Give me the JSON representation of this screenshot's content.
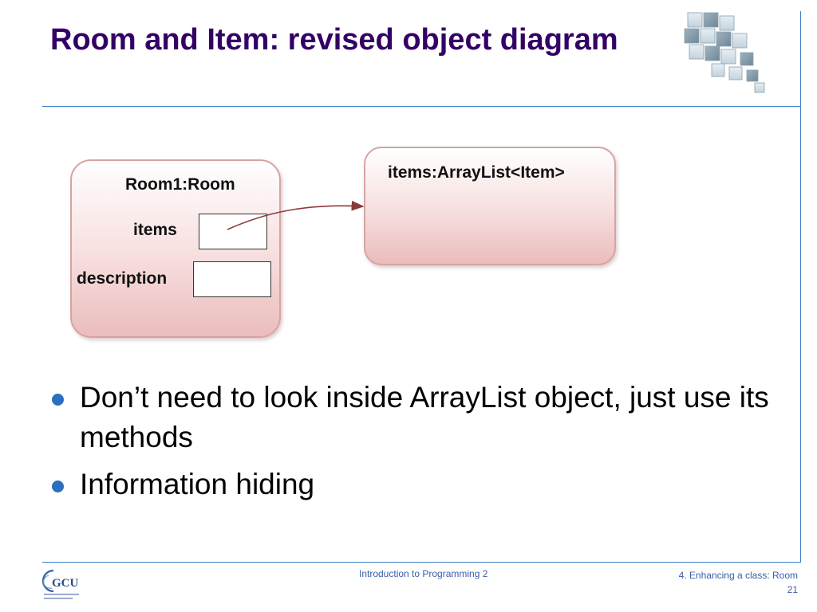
{
  "slide": {
    "title": "Room and Item: revised object diagram"
  },
  "diagram": {
    "room_object": {
      "title": "Room1:Room",
      "fields": [
        "items",
        "description"
      ]
    },
    "list_object": {
      "title": "items:ArrayList<Item>"
    }
  },
  "bullets": [
    "Don’t need to look inside ArrayList object, just use its methods",
    "Information hiding"
  ],
  "footer": {
    "course": "Introduction to Programming 2",
    "section": "4. Enhancing a class: Room",
    "page_number": "21"
  },
  "colors": {
    "title": "#330066",
    "rule": "#3a7fc4",
    "bullet": "#2a6fc0",
    "object_fill": "#ebbcbc",
    "arrow": "#8b3a3a",
    "footer_text": "#3a5ea8"
  },
  "icons": [
    "cube-cluster-logo",
    "gcu-logo"
  ]
}
